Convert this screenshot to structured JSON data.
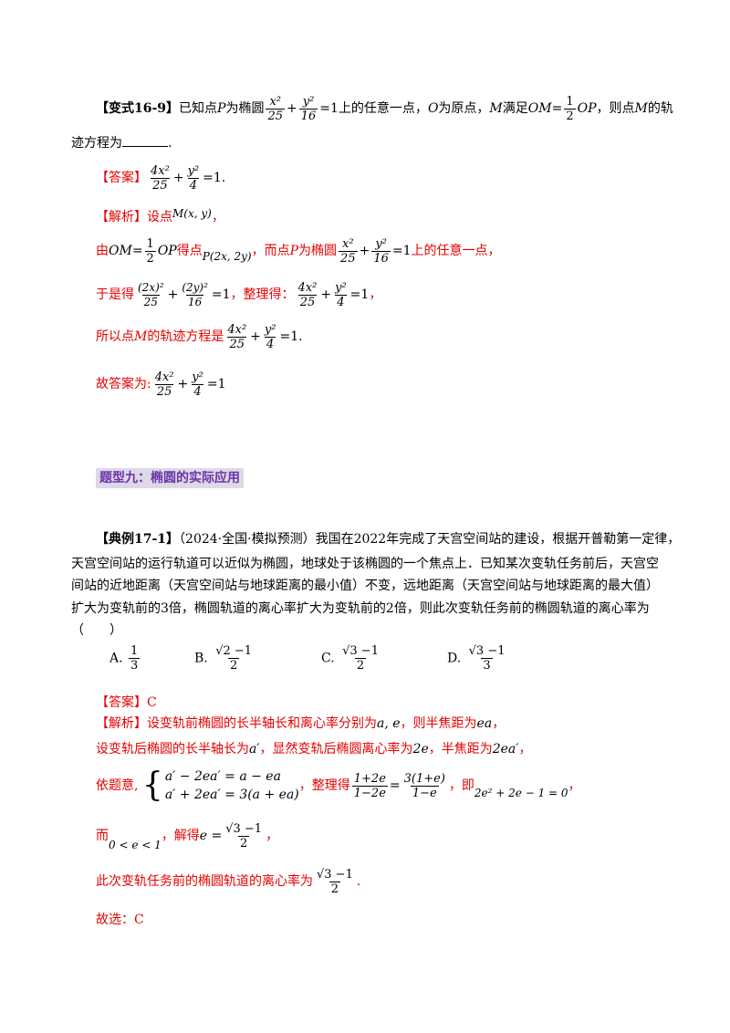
{
  "q169": {
    "tag": "【变式16-9】",
    "t1": "已知点",
    "P": "P",
    "t2": "为椭圆",
    "f1n": "x²",
    "f1d": "25",
    "plus": "+",
    "f2n": "y²",
    "f2d": "16",
    "eq1": "=1",
    "t3": "上的任意一点，",
    "O": "O",
    "t4": "为原点，",
    "M": "M",
    "t5": "满足",
    "vecOM": "OM",
    "eq": "=",
    "h_n": "1",
    "h_d": "2",
    "vecOP": "OP",
    "t6": "，则点",
    "t7": "的轨",
    "l2": "迹方程为",
    "l2end": "."
  },
  "ans1": {
    "tag": "【答案】",
    "n1": "4x²",
    "d1": "25",
    "plus": "+",
    "n2": "y²",
    "d2": "4",
    "eq": "=1",
    "end": "."
  },
  "exp1": {
    "tag": "【解析】",
    "l1": "设点",
    "l1m": "M(x, y)",
    "l1end": "，",
    "l2a": "由",
    "vecOM": "OM",
    "eq": "=",
    "h_n": "1",
    "h_d": "2",
    "vecOP": "OP",
    "l2b": "得点",
    "l2p": "P(2x, 2y)",
    "l2c": "，而点",
    "P": "P",
    "l2d": "为椭圆",
    "f1n": "x²",
    "f1d": "25",
    "f2n": "y²",
    "f2d": "16",
    "plus": "+",
    "eq1": "=1",
    "l2e": "上的任意一点，",
    "l3a": "于是得",
    "l3n1": "(2x)²",
    "l3d1": "25",
    "l3n2": "(2y)²",
    "l3d2": "16",
    "l3eq": "=1",
    "l3b": "，整理得：",
    "n1": "4x²",
    "d1": "25",
    "n2": "y²",
    "d2": "4",
    "l3end": "，",
    "l4a": "所以点",
    "M": "M",
    "l4b": "的轨迹方程是",
    "l4end": "=1.",
    "l5a": "故答案为:",
    "l5end": "=1"
  },
  "section_title": "题型九：椭圆的实际应用",
  "q171": {
    "tag": "【典例17-1】",
    "l1": "（2024·全国·模拟预测）我国在2022年完成了天宫空间站的建设，根据开普勒第一定律，",
    "l2": "天宫空间站的运行轨道可以近似为椭圆，地球处于该椭圆的一个焦点上．已知某次变轨任务前后，天宫空",
    "l3": "间站的近地距离（天宫空间站与地球距离的最小值）不变，远地距离（天宫空间站与地球距离的最大值）",
    "l4": "扩大为变轨前的3倍，椭圆轨道的离心率扩大为变轨前的2倍，则此次变轨任务前的椭圆轨道的离心率为",
    "l5": "（　　）",
    "options": [
      {
        "label": "A.",
        "num": "1",
        "den": "3"
      },
      {
        "label": "B.",
        "num": "√2 −1",
        "den": "2"
      },
      {
        "label": "C.",
        "num": "√3 −1",
        "den": "2"
      },
      {
        "label": "D.",
        "num": "√3 −1",
        "den": "3"
      }
    ]
  },
  "ans2": {
    "tag": "【答案】",
    "val": "C"
  },
  "exp2": {
    "tag": "【解析】",
    "l1a": "设变轨前椭圆的长半轴长和离心率分别为",
    "l1m": "a, e",
    "l1b": "，则半焦距为",
    "l1m2": "ea",
    "l1end": "，",
    "l2a": "设变轨后椭圆的长半轴长为",
    "l2m": "a′",
    "l2b": "，显然变轨后椭圆离心率为",
    "l2m2": "2e",
    "l2c": "，半焦距为",
    "l2m3": "2ea′",
    "l2end": "，",
    "l3a": "依题意,",
    "row1": "a′ − 2ea′ = a − ea",
    "row2": "a′ + 2ea′ = 3(a + ea)",
    "l3b": "，整理得",
    "fa_n": "1+2e",
    "fa_d": "1−2e",
    "eq": "=",
    "fb_n": "3(1+e)",
    "fb_d": "1−e",
    "l3c": "，即",
    "l3m": "2e² + 2e − 1 = 0",
    "l3end": "，",
    "l4a": "而",
    "l4m": "0 < e < 1",
    "l4b": "，解得",
    "l4m2": "e =",
    "r_n": "√3 −1",
    "r_d": "2",
    "l4end": "，",
    "l5a": "此次变轨任务前的椭圆轨道的离心率为",
    "l5end": ".",
    "l6": "故选：C"
  }
}
